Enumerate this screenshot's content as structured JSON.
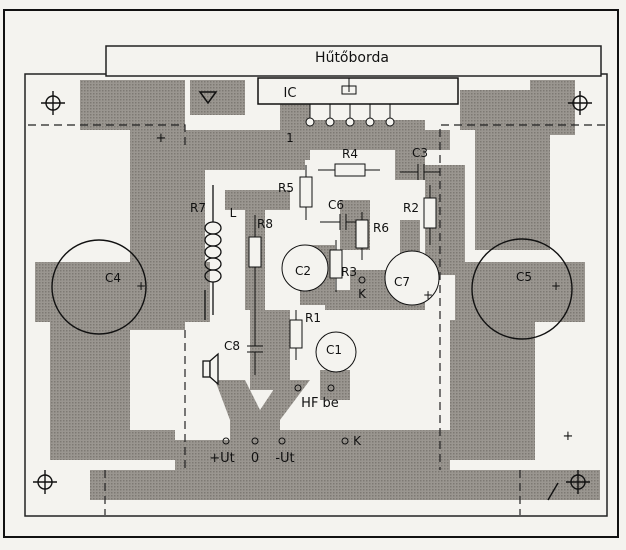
{
  "heatsink_label": "Hűtőborda",
  "ic_label": "IC",
  "pin1_label": "1",
  "components": {
    "r1": "R1",
    "r2": "R2",
    "r3": "R3",
    "r4": "R4",
    "r5": "R5",
    "r6": "R6",
    "r7": "R7",
    "r8": "R8",
    "l": "L",
    "c1": "C1",
    "c2": "C2",
    "c3": "C3",
    "c4": "C4",
    "c5": "C5",
    "c6": "C6",
    "c7": "C7",
    "c8": "C8"
  },
  "terminals": {
    "k_top": "K",
    "hf_in": "HF be",
    "plus_ut": "+Ut",
    "zero": "0",
    "minus_ut": "-Ut",
    "k_bottom": "K"
  },
  "plus_sign": "+"
}
